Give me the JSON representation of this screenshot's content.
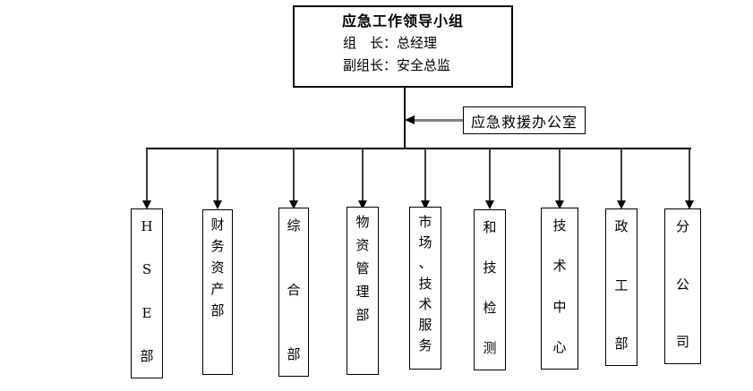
{
  "leader_box": {
    "title": "应急工作领导小组",
    "line1": "组　长：总经理",
    "line2": "副组长：安全总监"
  },
  "office_box": {
    "label": "应急救援办公室"
  },
  "departments": [
    {
      "name": "HSE部"
    },
    {
      "name": "财务资产部"
    },
    {
      "name": "综合部"
    },
    {
      "name": "物资管理部"
    },
    {
      "name": "市场、技术服务"
    },
    {
      "name": "和技检测"
    },
    {
      "name": "技术中心"
    },
    {
      "name": "政工部"
    },
    {
      "name": "分公司"
    }
  ],
  "colors": {
    "background": "#ffffff",
    "box_border": "#000000",
    "text": "#000000",
    "connector_line": "#000000",
    "arrow_shaft_gray": "#808080",
    "arrow_head": "#000000"
  }
}
